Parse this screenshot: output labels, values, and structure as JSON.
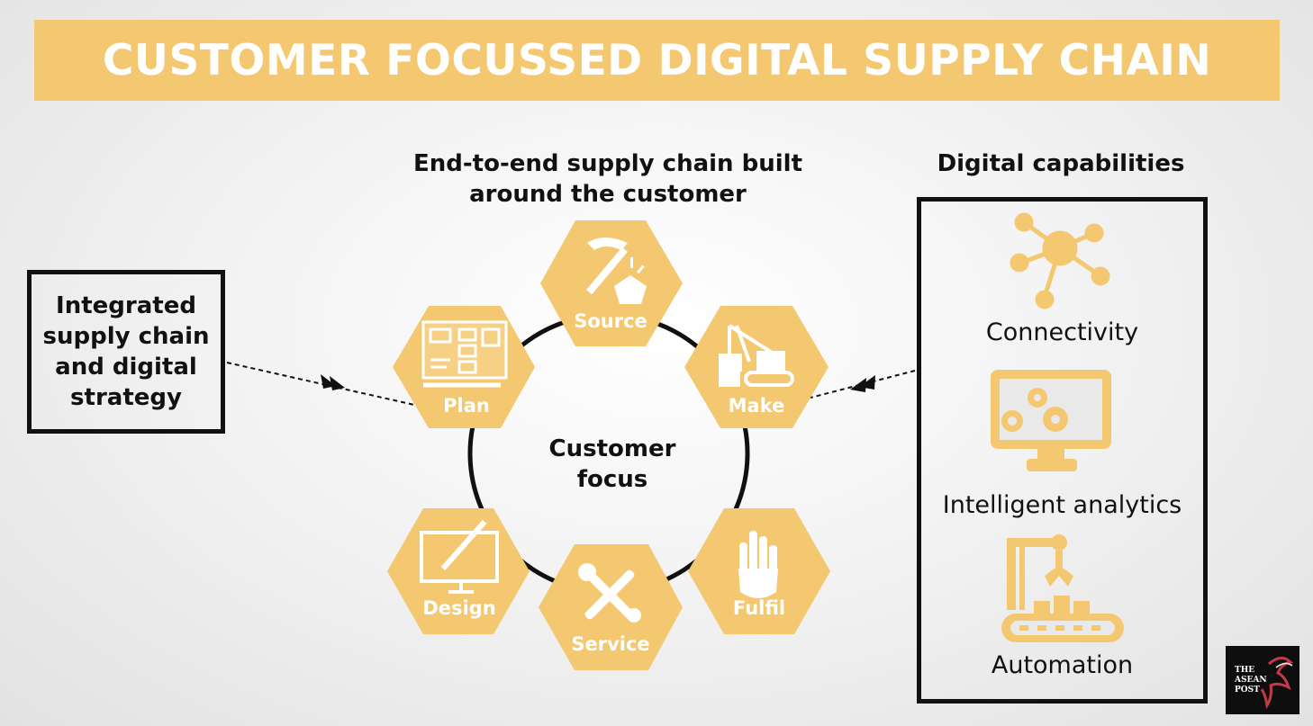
{
  "title": "CUSTOMER FOCUSSED DIGITAL SUPPLY CHAIN",
  "left_box": {
    "text": "Integrated supply chain and digital strategy"
  },
  "center_heading": {
    "line1": "End-to-end supply chain built",
    "line2": "around the customer"
  },
  "center_circle": {
    "line1": "Customer",
    "line2": "focus"
  },
  "hexagons": [
    {
      "label": "Source",
      "icon": "pickaxe-icon"
    },
    {
      "label": "Make",
      "icon": "crane-icon"
    },
    {
      "label": "Fulfil",
      "icon": "hand-icon"
    },
    {
      "label": "Service",
      "icon": "tools-icon"
    },
    {
      "label": "Design",
      "icon": "monitor-brush-icon"
    },
    {
      "label": "Plan",
      "icon": "blueprint-icon"
    }
  ],
  "right_heading": "Digital capabilities",
  "capabilities": [
    {
      "label": "Connectivity",
      "icon": "network-icon"
    },
    {
      "label": "Intelligent analytics",
      "icon": "monitor-gears-icon"
    },
    {
      "label": "Automation",
      "icon": "robot-arm-conveyor-icon"
    }
  ],
  "logo": {
    "line1": "THE",
    "line2": "ASEAN",
    "line3": "POST"
  },
  "colors": {
    "accent": "#f4c870",
    "text": "#111111",
    "white": "#ffffff"
  }
}
